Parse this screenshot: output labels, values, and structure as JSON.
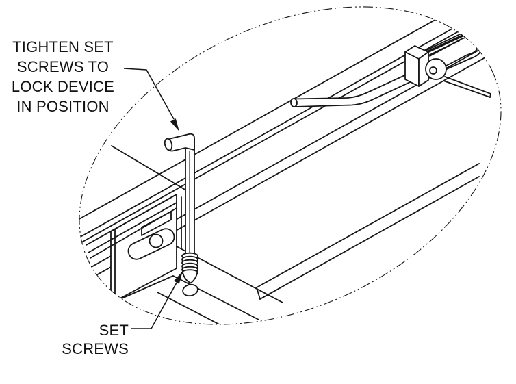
{
  "figure": {
    "type": "technical-line-drawing",
    "colors": {
      "background": "#ffffff",
      "line": "#161616",
      "text": "#111111"
    },
    "callouts": {
      "tighten": {
        "lines": [
          "TIGHTEN SET",
          "SCREWS TO",
          "LOCK DEVICE",
          "IN POSITION"
        ]
      },
      "set_screws": {
        "lines": [
          "SET",
          "SCREWS"
        ]
      }
    },
    "components": [
      "detail-boundary-ellipse",
      "slide-rail",
      "rail-end-lip",
      "latch-block",
      "spring-curl",
      "latch-rod",
      "latch-wire",
      "mounting-bracket",
      "bracket-keyhole-slot",
      "chassis-plate",
      "screw-hole",
      "hex-key",
      "set-screw"
    ]
  }
}
